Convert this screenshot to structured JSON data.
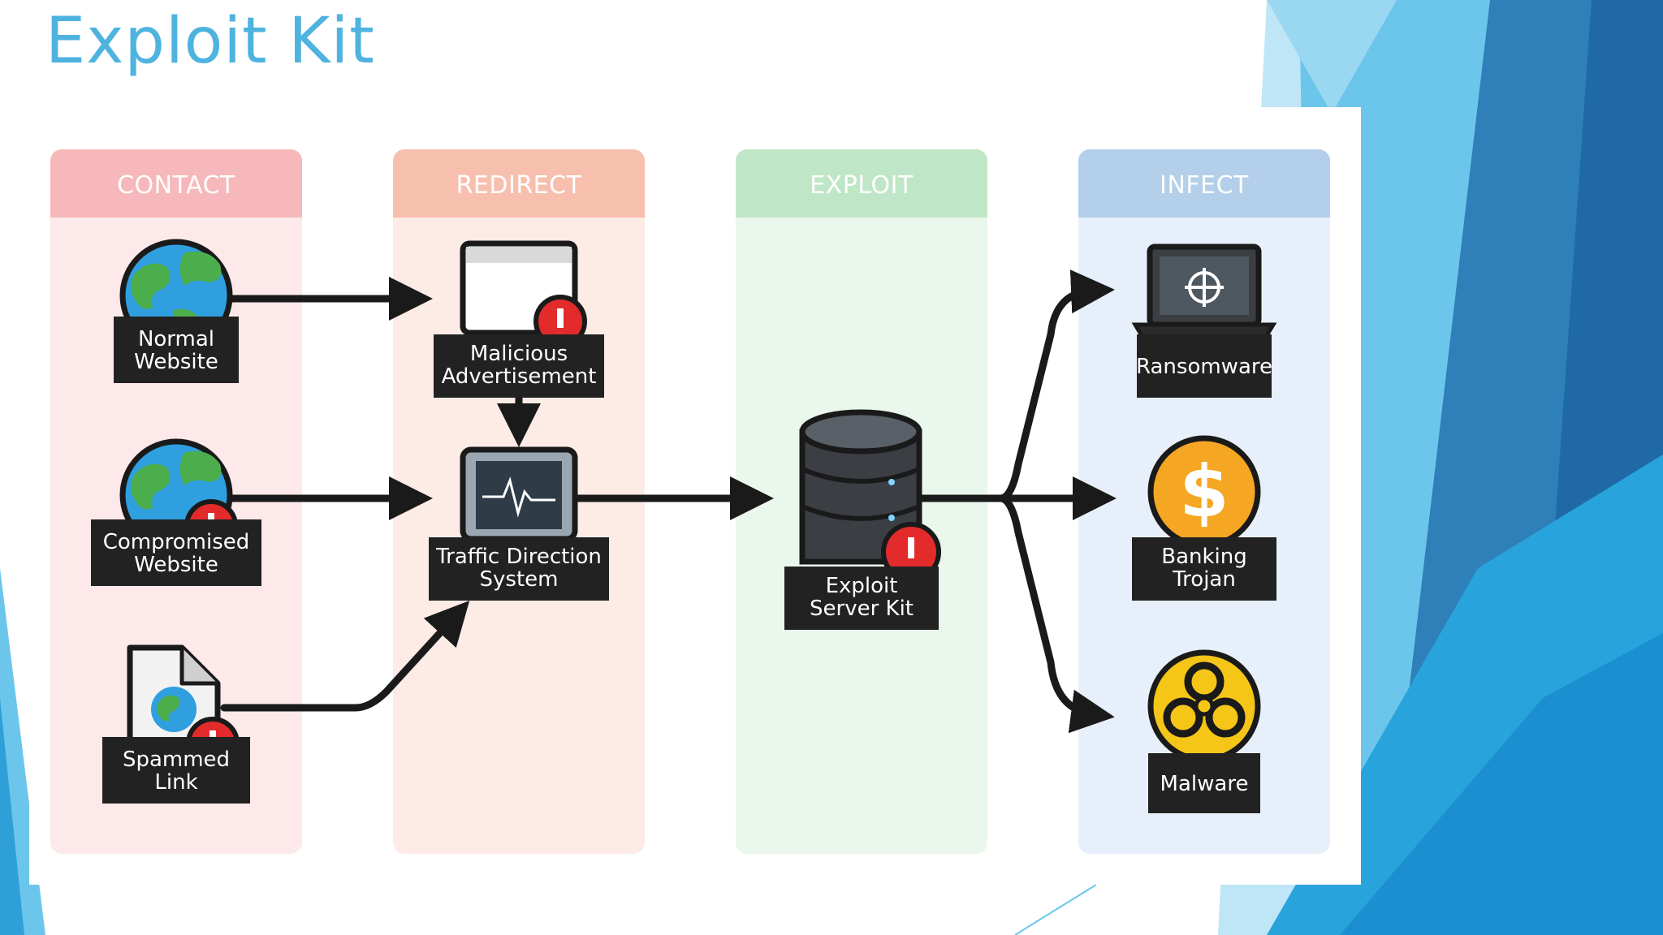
{
  "title": "Exploit Kit",
  "colors": {
    "title": "#4fb3e0",
    "contact_header": "#f6b8ba",
    "contact_body": "#fde9e9",
    "redirect_header": "#f7bfae",
    "redirect_body": "#fdebe6",
    "exploit_header": "#bfe6c6",
    "exploit_body": "#eaf7ec",
    "infect_header": "#b3cfe9",
    "infect_body": "#e7f0fa",
    "label_box": "#222222",
    "arrow": "#1a1a1a",
    "alert": "#e32b2b",
    "coin": "#f5a623",
    "earth_ocean": "#2f9fe0",
    "earth_land": "#4cae4c"
  },
  "columns": {
    "contact": "CONTACT",
    "redirect": "REDIRECT",
    "exploit": "EXPLOIT",
    "infect": "INFECT"
  },
  "nodes": {
    "normal_website": {
      "line1": "Normal",
      "line2": "Website",
      "icon": "globe-icon"
    },
    "compromised_website": {
      "line1": "Compromised",
      "line2": "Website",
      "icon": "globe-alert-icon"
    },
    "spammed_link": {
      "line1": "Spammed",
      "line2": "Link",
      "icon": "document-globe-icon"
    },
    "malicious_ad": {
      "line1": "Malicious",
      "line2": "Advertisement",
      "icon": "browser-window-alert-icon"
    },
    "tds": {
      "line1": "Traffic Direction",
      "line2": "System",
      "icon": "monitor-pulse-icon"
    },
    "exploit_kit": {
      "line1": "Exploit",
      "line2": "Server Kit",
      "icon": "database-alert-icon"
    },
    "ransomware": {
      "line1": "Ransomware",
      "icon": "laptop-target-icon"
    },
    "banking_trojan": {
      "line1": "Banking",
      "line2": "Trojan",
      "icon": "dollar-coin-icon"
    },
    "malware": {
      "line1": "Malware",
      "icon": "biohazard-icon"
    }
  }
}
